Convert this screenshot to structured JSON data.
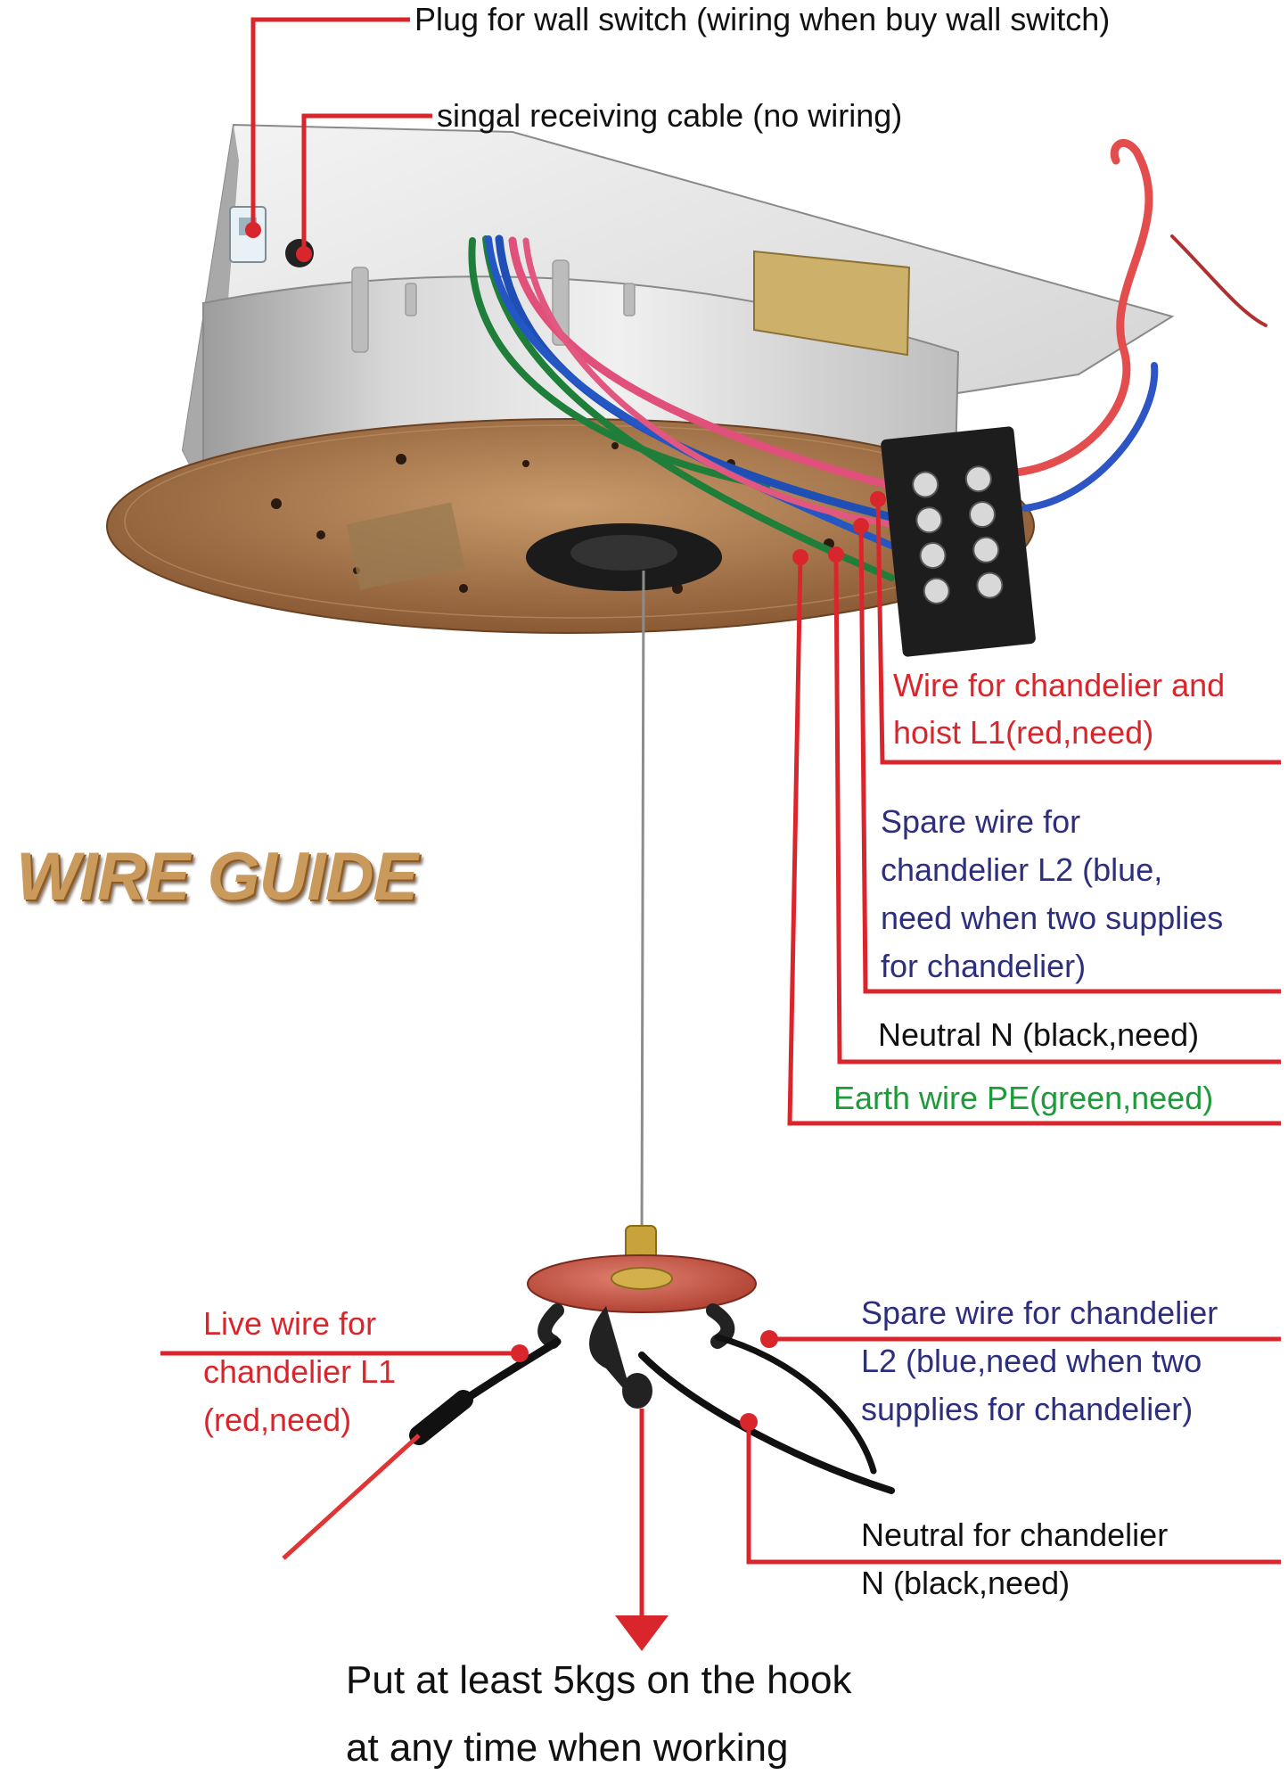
{
  "title": "WIRE GUIDE",
  "top_labels": {
    "plug": "Plug for wall switch (wiring when buy wall switch)",
    "signal": "singal receiving cable (no wiring)"
  },
  "terminal_labels": {
    "l1": [
      "Wire for chandelier and",
      "hoist L1(red,need)"
    ],
    "l2": [
      "Spare wire for",
      "chandelier L2 (blue,",
      "need when two supplies",
      "for chandelier)"
    ],
    "neutral": "Neutral N (black,need)",
    "earth": "Earth wire PE(green,need)"
  },
  "hook_labels": {
    "live": [
      "Live wire for",
      "chandelier L1",
      "(red,need)"
    ],
    "spare": [
      "Spare wire for chandelier",
      "L2 (blue,need when two",
      "supplies for chandelier)"
    ],
    "neutral": [
      "Neutral for chandelier",
      "N (black,need)"
    ]
  },
  "bottom_note": [
    "Put at least 5kgs on the hook",
    "at any time when working"
  ],
  "colors": {
    "callout": "#d9262c",
    "l1_text": "#d9262c",
    "l2_text": "#2d2f7e",
    "neutral_text": "#111111",
    "earth_text": "#1f9a3b",
    "title": "#c99a5b"
  },
  "icons": [
    "hoist-housing-icon",
    "terminal-block-icon",
    "hook-disc-icon",
    "down-arrow-icon"
  ]
}
